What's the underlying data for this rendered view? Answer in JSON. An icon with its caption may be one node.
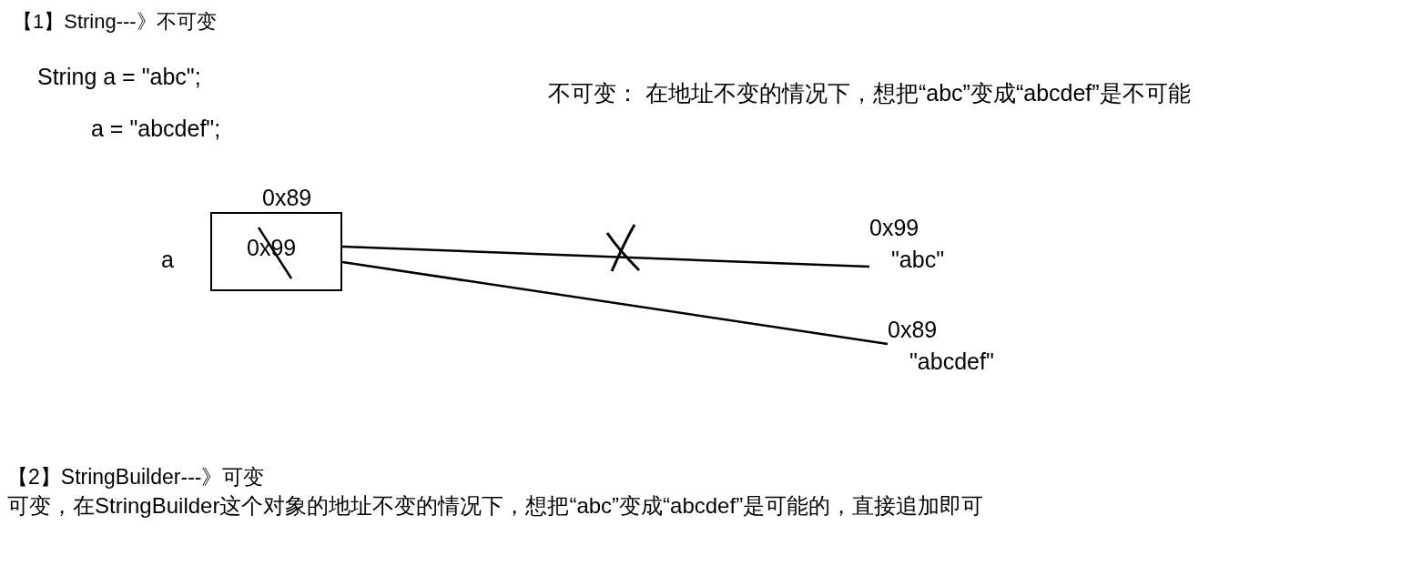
{
  "diagram": {
    "nodes": [
      {
        "text": [
          "0x89",
          "0x99"
        ],
        "beside": [
          "a"
        ]
      },
      {
        "text": [
          "0x99",
          "\"abc\""
        ]
      },
      {
        "text": [
          "0x89",
          "\"abcdef\""
        ]
      }
    ],
    "edges": [
      {
        "from": 0,
        "to": 1,
        "arrow": "none"
      },
      {
        "from": 0,
        "to": 2,
        "arrow": "none"
      }
    ],
    "labels": [
      "【1】String---》不可变",
      "String a = \"abc\";",
      "a = \"abcdef\";",
      "不可变：  在地址不变的情况下，想把“abc”变成“abcdef”是不可能",
      "【2】StringBuilder---》可变",
      "可变，在StringBuilder这个对象的地址不变的情况下，想把“abc”变成“abcdef”是可能的，直接追加即可"
    ]
  }
}
